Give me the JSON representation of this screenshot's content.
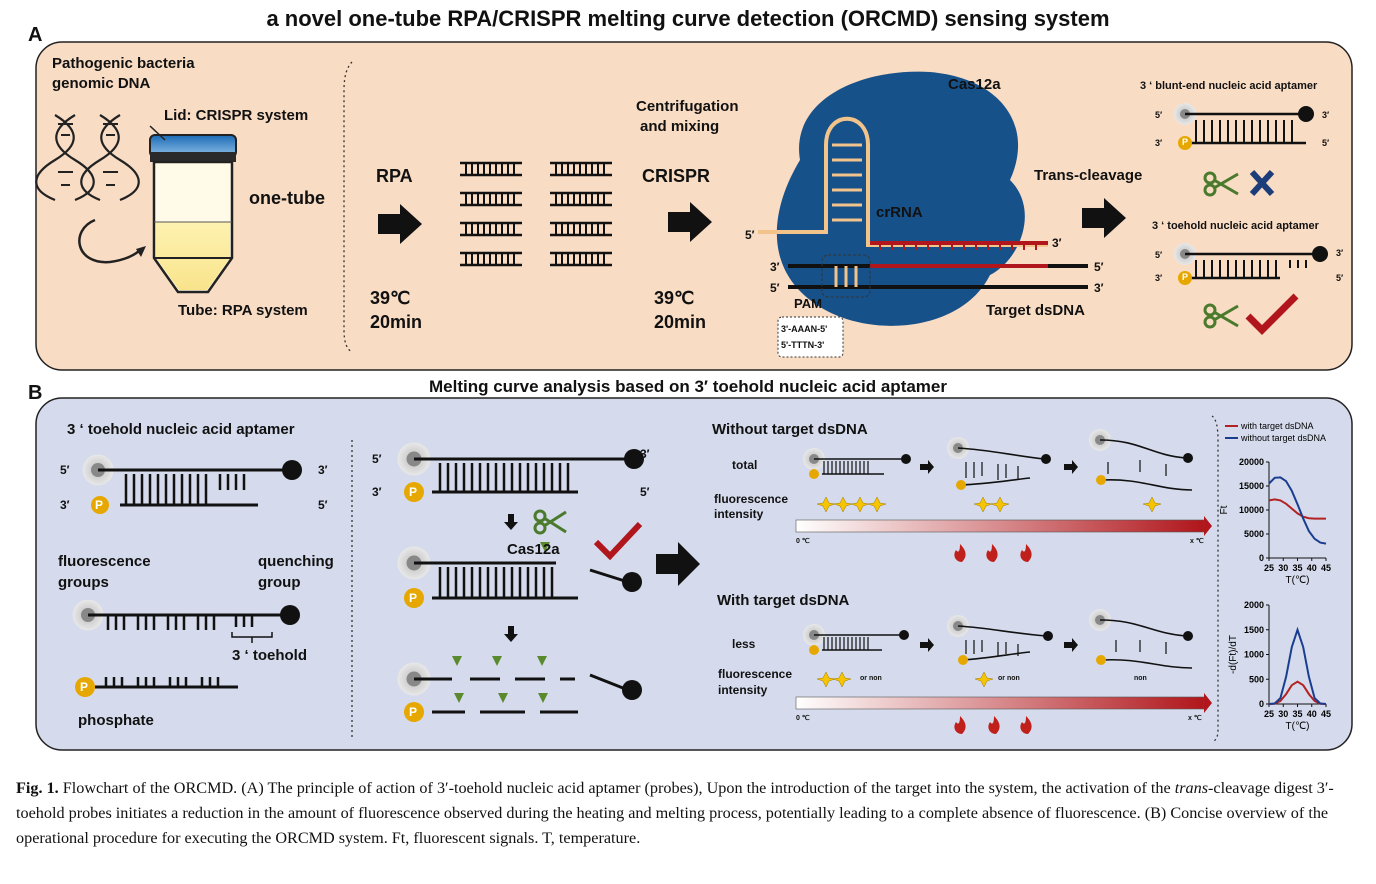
{
  "title": "a novel one-tube RPA/CRISPR melting curve detection (ORCMD) sensing system",
  "panel_a": {
    "label": "A",
    "genomic_line1": "Pathogenic bacteria",
    "genomic_line2": "genomic DNA",
    "lid": "Lid: CRISPR system",
    "one_tube": "one-tube",
    "tube": "Tube: RPA system",
    "rpa": "RPA",
    "rpa_temp": "39℃",
    "rpa_time": "20min",
    "centrifuge_line1": "Centrifugation",
    "centrifuge_line2": "and mixing",
    "crispr": "CRISPR",
    "crispr_temp": "39℃",
    "crispr_time": "20min",
    "cas12a": "Cas12a",
    "crrna": "crRNA",
    "pam": "PAM",
    "pam_seq1": "3'-AAAN-5'",
    "pam_seq2": "5'-TTTN-3'",
    "target": "Target dsDNA",
    "trans_cleavage": "Trans-cleavage",
    "blunt_title": "3 ‘ blunt-end nucleic acid aptamer",
    "toehold_title": "3 ‘ toehold nucleic acid aptamer",
    "five_prime": "5′",
    "three_prime": "3′",
    "p": "P"
  },
  "panel_b": {
    "label": "B",
    "heading": "Melting curve analysis based on 3′ toehold nucleic acid aptamer",
    "toehold_title": "3 ‘ toehold nucleic acid aptamer",
    "fluor_line1": "fluorescence",
    "fluor_line2": "groups",
    "quench_line1": "quenching",
    "quench_line2": "group",
    "toehold_label": "3 ‘ toehold",
    "phosphate": "phosphate",
    "cas12a": "Cas12a",
    "without_title": "Without target dsDNA",
    "with_title": "With target dsDNA",
    "total": "total",
    "less": "less",
    "fi_line1": "fluorescence",
    "fi_line2": "intensity",
    "or_non": "or non",
    "non": "non",
    "zero_c": "0 ℃",
    "x_c": "x ℃"
  },
  "chart_data": [
    {
      "type": "line",
      "legend": [
        "with target dsDNA",
        "without target dsDNA"
      ],
      "legend_position": "top",
      "xlabel": "T(℃)",
      "ylabel": "Ft",
      "xlim": [
        25,
        45
      ],
      "ylim": [
        0,
        20000
      ],
      "x_ticks": [
        25,
        30,
        35,
        40,
        45
      ],
      "y_ticks": [
        0,
        5000,
        10000,
        15000,
        20000
      ],
      "series": [
        {
          "name": "with target dsDNA",
          "color": "#b22222",
          "x": [
            25,
            27,
            29,
            31,
            33,
            35,
            37,
            39,
            41,
            43,
            45
          ],
          "y": [
            12000,
            12200,
            12000,
            11300,
            10300,
            9300,
            8600,
            8300,
            8200,
            8200,
            8200
          ]
        },
        {
          "name": "without target dsDNA",
          "color": "#1a3d8f",
          "x": [
            25,
            27,
            29,
            31,
            33,
            35,
            37,
            39,
            41,
            43,
            45
          ],
          "y": [
            15500,
            16700,
            16800,
            16000,
            14000,
            11200,
            8200,
            5600,
            4000,
            3200,
            3000
          ]
        }
      ]
    },
    {
      "type": "line",
      "xlabel": "T(℃)",
      "ylabel": "-d(Ft)/dT",
      "xlim": [
        25,
        45
      ],
      "ylim": [
        0,
        2000
      ],
      "x_ticks": [
        25,
        30,
        35,
        40,
        45
      ],
      "y_ticks": [
        0,
        500,
        1000,
        1500,
        2000
      ],
      "series": [
        {
          "name": "with target dsDNA",
          "color": "#b22222",
          "x": [
            25,
            27,
            29,
            31,
            33,
            35,
            37,
            39,
            41,
            43,
            45
          ],
          "y": [
            0,
            5,
            60,
            200,
            380,
            450,
            380,
            200,
            60,
            5,
            0
          ]
        },
        {
          "name": "without target dsDNA",
          "color": "#1a3d8f",
          "x": [
            25,
            27,
            29,
            31,
            33,
            35,
            37,
            39,
            41,
            43,
            45
          ],
          "y": [
            0,
            10,
            120,
            550,
            1150,
            1500,
            1150,
            550,
            120,
            10,
            0
          ]
        }
      ]
    }
  ],
  "caption": {
    "fig": "Fig. 1.",
    "part1": " Flowchart of the ORCMD. (A) The principle of action of 3′-toehold nucleic acid aptamer (probes), Upon the introduction of the target into the system, the activation of the ",
    "trans": "trans",
    "part2": "-cleavage digest 3′-toehold probes initiates a reduction in the amount of fluorescence observed during the heating and melting process, potentially leading to a complete absence of fluorescence. (B) Concise overview of the operational procedure for executing the ORCMD system. Ft, fluorescent signals. T, temperature."
  },
  "colors": {
    "panel_a_bg": "#f9dcc4",
    "panel_b_bg": "#d5dbec",
    "cas12a": "#17518a",
    "crrna": "#f2c48c",
    "target_red": "#b0161b",
    "fluorophore": "#f0b400",
    "check": "#b0161b",
    "cross": "#1d3d7a",
    "scissors": "#4a7a2c"
  }
}
